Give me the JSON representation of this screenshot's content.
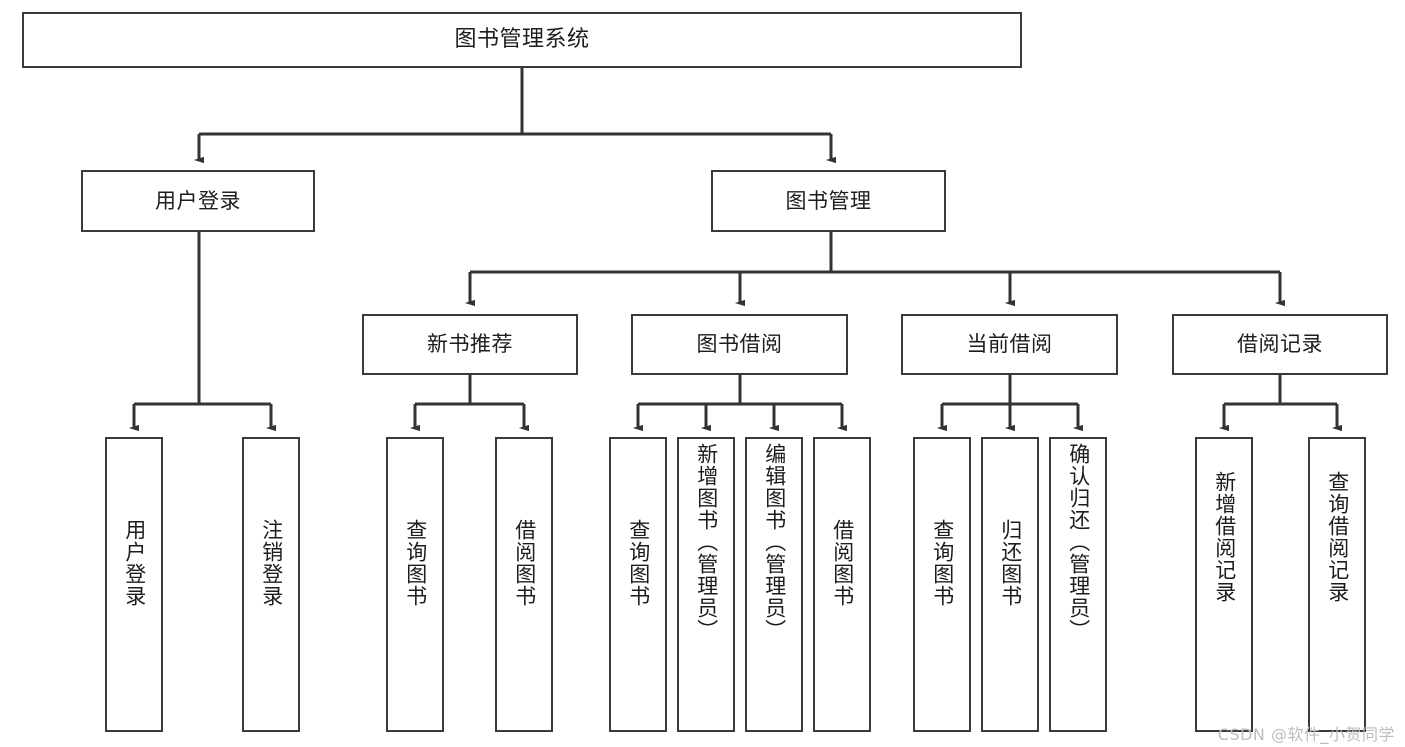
{
  "diagram": {
    "title": "图书管理系统",
    "type": "tree",
    "watermark": "CSDN @软件_小贺同学",
    "colors": {
      "border": "#3a3a3a",
      "text": "#1d1d1d",
      "background": "#ffffff",
      "edge": "#333333",
      "watermark": "#b9bcc0"
    },
    "nodes": {
      "root": {
        "label": "图书管理系统"
      },
      "level2": [
        {
          "id": "user-login",
          "label": "用户登录"
        },
        {
          "id": "book-manage",
          "label": "图书管理"
        }
      ],
      "level3": [
        {
          "id": "new-book-rec",
          "label": "新书推荐"
        },
        {
          "id": "book-borrow",
          "label": "图书借阅"
        },
        {
          "id": "current-borrow",
          "label": "当前借阅"
        },
        {
          "id": "borrow-record",
          "label": "借阅记录"
        }
      ],
      "leaves": {
        "user-login": [
          {
            "id": "leaf-user-login",
            "label": "用户登录"
          },
          {
            "id": "leaf-user-logout",
            "label": "注销登录"
          }
        ],
        "new-book-rec": [
          {
            "id": "leaf-query-book-1",
            "label": "查询图书"
          },
          {
            "id": "leaf-borrow-book-1",
            "label": "借阅图书"
          }
        ],
        "book-borrow": [
          {
            "id": "leaf-query-book-2",
            "label": "查询图书"
          },
          {
            "id": "leaf-add-book",
            "label": "新增图书（管理员）"
          },
          {
            "id": "leaf-edit-book",
            "label": "编辑图书（管理员）"
          },
          {
            "id": "leaf-borrow-book-2",
            "label": "借阅图书"
          }
        ],
        "current-borrow": [
          {
            "id": "leaf-query-book-3",
            "label": "查询图书"
          },
          {
            "id": "leaf-return-book",
            "label": "归还图书"
          },
          {
            "id": "leaf-confirm-return",
            "label": "确认归还（管理员）"
          }
        ],
        "borrow-record": [
          {
            "id": "leaf-add-record",
            "label": "新增借阅记录"
          },
          {
            "id": "leaf-query-record",
            "label": "查询借阅记录"
          }
        ]
      }
    }
  }
}
